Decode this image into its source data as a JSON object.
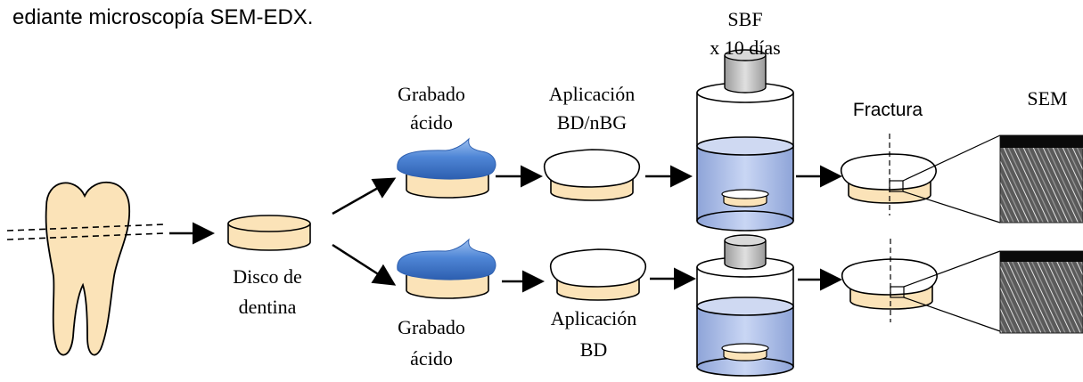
{
  "intro_text": "ediante microscopía SEM-EDX.",
  "labels": {
    "disc": [
      "Disco de",
      "dentina"
    ],
    "etch_top": [
      "Grabado",
      "ácido"
    ],
    "etch_bottom": [
      "Grabado",
      "ácido"
    ],
    "apply_top": [
      "Aplicación",
      "BD/nBG"
    ],
    "apply_bottom": [
      "Aplicación",
      "BD"
    ],
    "sbf": [
      "SBF",
      "x 10 días"
    ],
    "fracture": "Fractura",
    "sem": "SEM"
  },
  "colors": {
    "dentin": "#fbe3b8",
    "etchant": "#4f86d6",
    "liquid": "#b9c9ee",
    "cap": "#c8c8c8",
    "resin": "#ffffff",
    "sem_image": "#4a4a4a"
  }
}
